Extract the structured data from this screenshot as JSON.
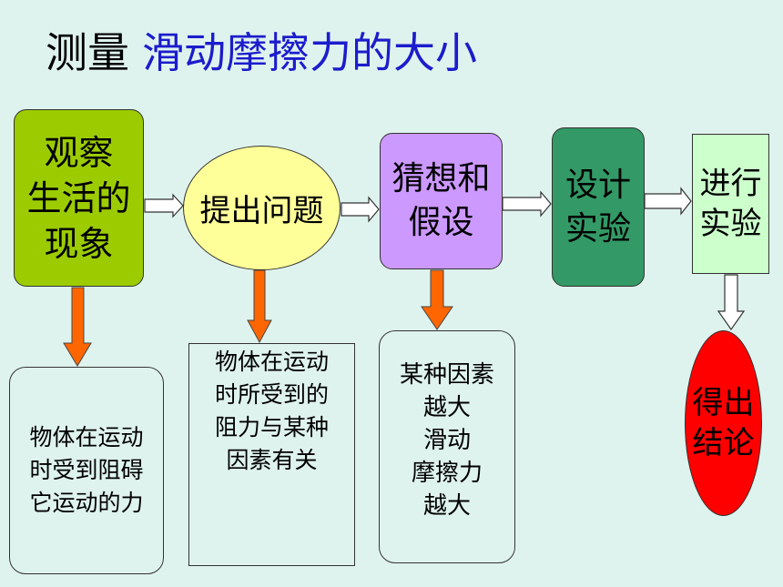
{
  "title": {
    "part1": "测量",
    "part2": "滑动摩擦力的大小"
  },
  "nodes": {
    "observe": "观察\n生活的\n现象",
    "question": "提出问题",
    "hypothesis": "猜想和\n假设",
    "design": "设计\n实验",
    "conduct": "进行\n实验",
    "conclusion": "得出\n结论"
  },
  "details": {
    "observe": "物体在运动\n时受到阻碍\n它运动的力",
    "question": "物体在运动\n时所受到的\n阻力与某种\n因素有关",
    "hypothesis": "某种因素\n越大\n滑动\n摩擦力\n越大"
  },
  "colors": {
    "background": "#dff3ee",
    "title_accent": "#1c1ccc",
    "observe": "#9ccc00",
    "question": "#ffff99",
    "hypothesis": "#cc99ff",
    "design": "#339966",
    "conduct": "#ccffcc",
    "conclusion": "#ff0000",
    "down_arrow": "#ff6600"
  }
}
